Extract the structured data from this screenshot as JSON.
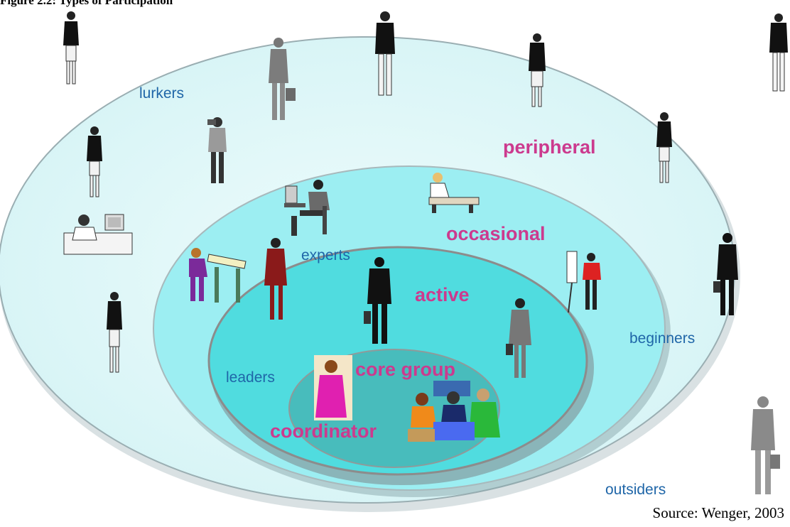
{
  "figure_title": "Figure 2.2: Types of Participation",
  "source": "Source: Wenger, 2003",
  "rings": {
    "outer": {
      "name": "peripheral",
      "fill": "#dff7f8"
    },
    "middle": {
      "name": "occasional",
      "fill": "#9eeef2"
    },
    "inner": {
      "name": "active",
      "fill": "#4fdcdf"
    },
    "core": {
      "name": "core group",
      "fill": "#47bdbd"
    }
  },
  "labels": {
    "lurkers": "lurkers",
    "peripheral": "peripheral",
    "occasional": "occasional",
    "experts": "experts",
    "active": "active",
    "beginners": "beginners",
    "leaders": "leaders",
    "core_group": "core group",
    "coordinator": "coordinator",
    "outsiders": "outsiders"
  },
  "colors": {
    "role_label": "#1f66a8",
    "level_label": "#cc3a8e",
    "ring_stroke": "#8c8c8c"
  },
  "people_icons": [
    "standing-woman-icon",
    "standing-man-grey-icon",
    "standing-man-icon",
    "standing-woman-icon",
    "standing-man-icon",
    "man-with-camera-icon",
    "man-at-desk-icon",
    "woman-icon",
    "woman-icon",
    "worker-at-computer-icon",
    "worker-measuring-icon",
    "presenter-at-board-icon",
    "man-walking-briefcase-icon",
    "woman-at-drafting-table-icon",
    "woman-red-suit-icon",
    "man-walking-briefcase-icon",
    "woman-grey-suit-icon",
    "woman-pink-suit-icon",
    "meeting-group-icon",
    "man-with-briefcase-grey-icon"
  ]
}
